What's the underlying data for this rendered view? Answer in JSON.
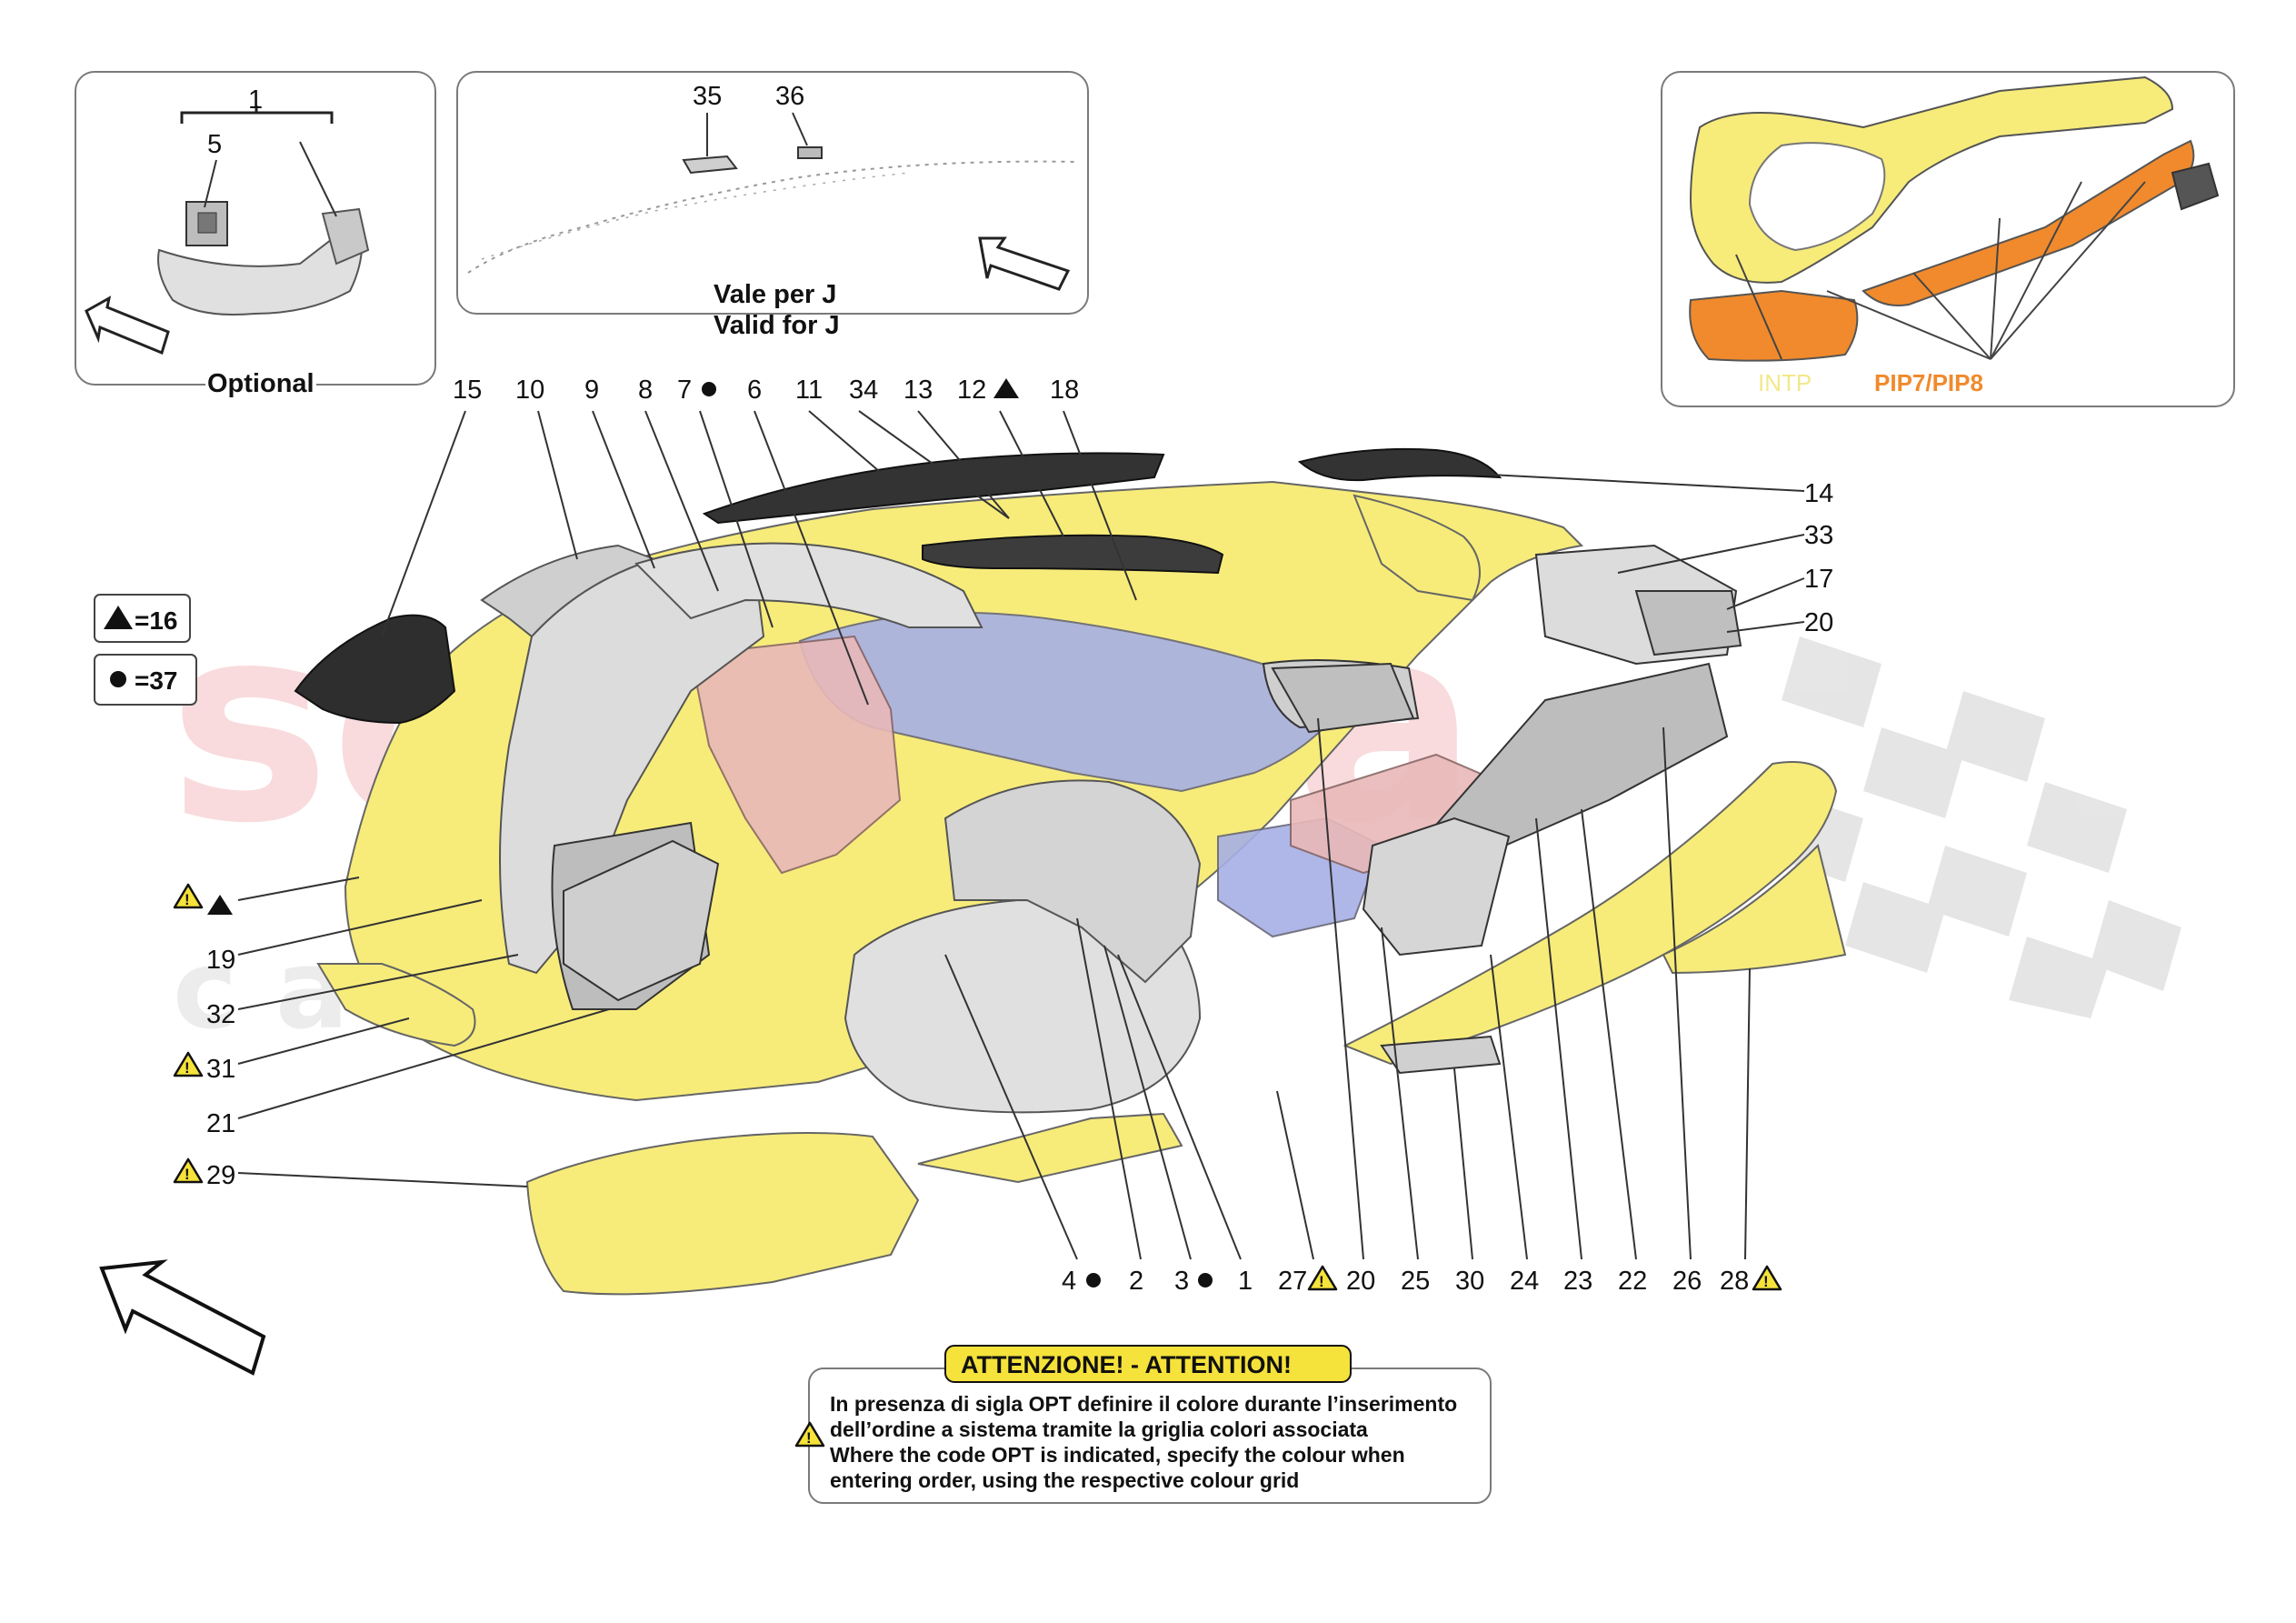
{
  "callouts": {
    "top": [
      "15",
      "10",
      "9",
      "8",
      "7",
      "6",
      "11",
      "34",
      "13",
      "12",
      "18"
    ],
    "right": [
      "14",
      "33",
      "17",
      "20"
    ],
    "left": [
      "19",
      "32",
      "31",
      "21",
      "29"
    ],
    "bottom": [
      "4",
      "2",
      "3",
      "1",
      "27",
      "20",
      "25",
      "30",
      "24",
      "23",
      "22",
      "26",
      "28"
    ]
  },
  "inset_optional": {
    "label": "Optional",
    "n1": "1",
    "n5": "5"
  },
  "inset_j": {
    "n35": "35",
    "n36": "36",
    "line1": "Vale per J",
    "line2": "Valid for J"
  },
  "inset_legend": {
    "intp": "INTP",
    "pip": "PIP7/PIP8"
  },
  "legend": {
    "triangle": "=16",
    "dot": "=37"
  },
  "note": {
    "title": "ATTENZIONE! - ATTENTION!",
    "line1": "In presenza di sigla OPT definire il colore durante l’inserimento",
    "line2": "dell’ordine a sistema tramite la griglia colori associata",
    "line3": "Where the code OPT is indicated, specify the colour when",
    "line4": "entering order, using the respective colour grid"
  },
  "watermark": {
    "line1": "scuderia",
    "line2": "c a r   p a r t s"
  },
  "colors": {
    "yellow": "#f7ec7a",
    "grey": "#d8d8d8",
    "blue": "#a7b0e6",
    "pink": "#e9b9b9",
    "orange": "#f08a2c",
    "carbon": "#333333",
    "warning": "#f5e23a"
  }
}
